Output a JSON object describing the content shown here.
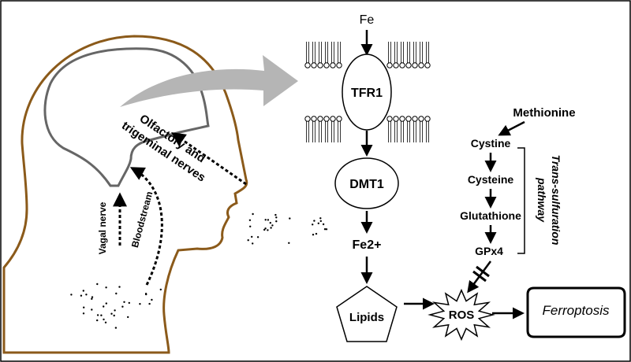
{
  "labels": {
    "fe": "Fe",
    "tfr1": "TFR1",
    "dmt1": "DMT1",
    "fe2": "Fe2+",
    "lipids": "Lipids",
    "ros": "ROS",
    "ferroptosis": "Ferroptosis",
    "methionine": "Methionine",
    "cystine": "Cystine",
    "cysteine": "Cysteine",
    "glutathione": "Glutathione",
    "gpx4": "GPx4",
    "transsulfuration_line1": "Trans-sulfuration",
    "transsulfuration_line2": "pathway",
    "olfactory_line1": "Olfactory and",
    "olfactory_line2": "trigeminal nerves",
    "vagal": "Vagal nerve",
    "bloodstream": "Bloodstream"
  },
  "colors": {
    "head_outline": "#8B5A1A",
    "brain_outline": "#666666",
    "big_arrow": "#B5B5B5",
    "ink": "#000000"
  }
}
